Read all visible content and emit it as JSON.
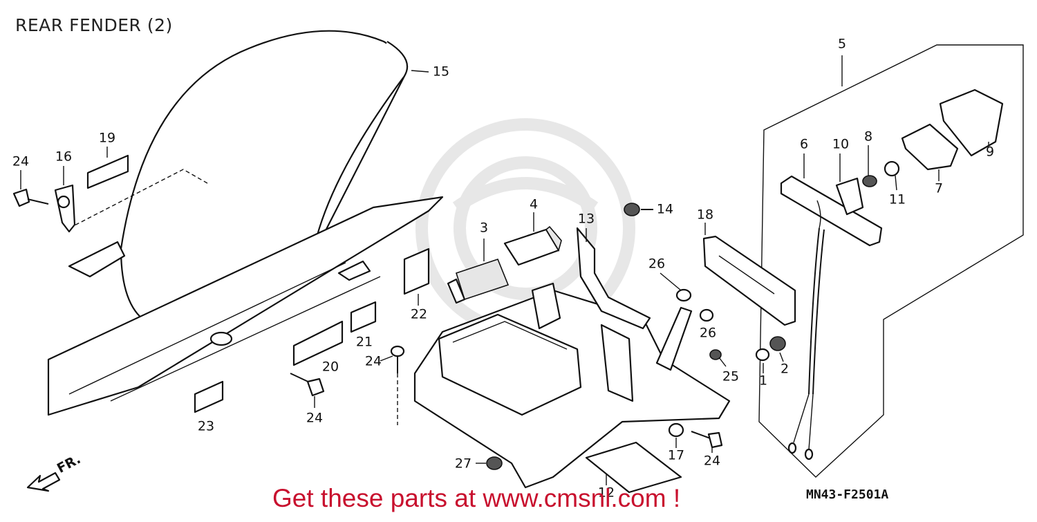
{
  "diagram": {
    "title": "REAR FENDER (2)",
    "footer": "Get these parts at www.cmsnl.com !",
    "code": "MN43-F2501A",
    "direction": "FR."
  },
  "callouts": [
    {
      "id": "c1",
      "label": "1"
    },
    {
      "id": "c2",
      "label": "2"
    },
    {
      "id": "c3",
      "label": "3"
    },
    {
      "id": "c4",
      "label": "4"
    },
    {
      "id": "c5",
      "label": "5"
    },
    {
      "id": "c6",
      "label": "6"
    },
    {
      "id": "c7",
      "label": "7"
    },
    {
      "id": "c8",
      "label": "8"
    },
    {
      "id": "c9",
      "label": "9"
    },
    {
      "id": "c10",
      "label": "10"
    },
    {
      "id": "c11",
      "label": "11"
    },
    {
      "id": "c12",
      "label": "12"
    },
    {
      "id": "c13",
      "label": "13"
    },
    {
      "id": "c14",
      "label": "14"
    },
    {
      "id": "c15",
      "label": "15"
    },
    {
      "id": "c16",
      "label": "16"
    },
    {
      "id": "c17",
      "label": "17"
    },
    {
      "id": "c18",
      "label": "18"
    },
    {
      "id": "c19",
      "label": "19"
    },
    {
      "id": "c20",
      "label": "20"
    },
    {
      "id": "c21",
      "label": "21"
    },
    {
      "id": "c22",
      "label": "22"
    },
    {
      "id": "c23",
      "label": "23"
    },
    {
      "id": "c24a",
      "label": "24"
    },
    {
      "id": "c24b",
      "label": "24"
    },
    {
      "id": "c24c",
      "label": "24"
    },
    {
      "id": "c24d",
      "label": "24"
    },
    {
      "id": "c25",
      "label": "25"
    },
    {
      "id": "c26a",
      "label": "26"
    },
    {
      "id": "c26b",
      "label": "26"
    },
    {
      "id": "c27",
      "label": "27"
    }
  ]
}
